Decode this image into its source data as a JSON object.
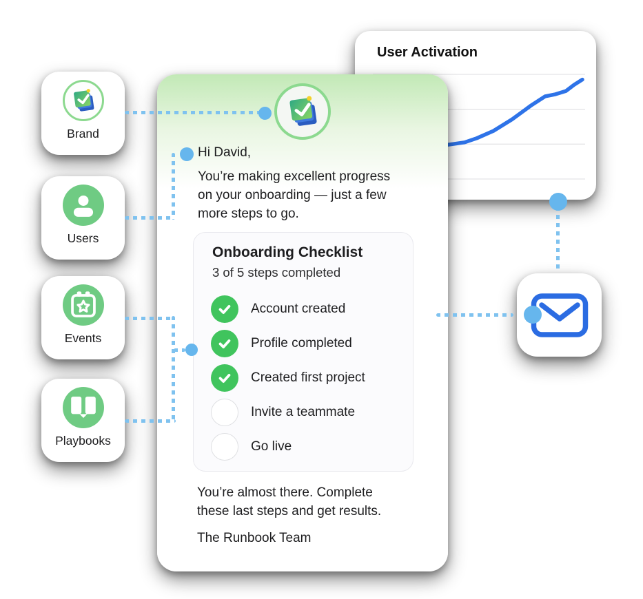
{
  "sidebar": {
    "items": [
      {
        "label": "Brand",
        "icon": "brand-stack-icon"
      },
      {
        "label": "Users",
        "icon": "user-icon"
      },
      {
        "label": "Events",
        "icon": "calendar-star-icon"
      },
      {
        "label": "Playbooks",
        "icon": "open-book-icon"
      }
    ]
  },
  "email": {
    "greeting": "Hi David,",
    "intro": "You’re making excellent progress on your onboarding — just a few more steps to go.",
    "checklist": {
      "title": "Onboarding Checklist",
      "subtitle": "3 of 5 steps completed",
      "items": [
        {
          "label": "Account created",
          "done": true
        },
        {
          "label": "Profile completed",
          "done": true
        },
        {
          "label": "Created first project",
          "done": true
        },
        {
          "label": "Invite a teammate",
          "done": false
        },
        {
          "label": "Go live",
          "done": false
        }
      ]
    },
    "closing": "You’re almost there. Complete these last steps and get results.",
    "signature": "The Runbook Team"
  },
  "chart_data": {
    "type": "line",
    "title": "User Activation",
    "xlabel": "",
    "ylabel": "",
    "x_tick_labels": [],
    "y_tick_labels": [],
    "gridlines": 4,
    "legend": "none",
    "line_color": "#2e73e8",
    "series": [
      {
        "name": "User Activation",
        "points_norm": [
          [
            0,
            0.28
          ],
          [
            0.08,
            0.28
          ],
          [
            0.17,
            0.29
          ],
          [
            0.25,
            0.3
          ],
          [
            0.32,
            0.32
          ],
          [
            0.36,
            0.33
          ],
          [
            0.43,
            0.35
          ],
          [
            0.49,
            0.39
          ],
          [
            0.57,
            0.46
          ],
          [
            0.66,
            0.57
          ],
          [
            0.75,
            0.7
          ],
          [
            0.82,
            0.79
          ],
          [
            0.87,
            0.81
          ],
          [
            0.92,
            0.84
          ],
          [
            0.96,
            0.9
          ],
          [
            1,
            0.95
          ]
        ]
      }
    ]
  },
  "colors": {
    "accent_blue": "#2e73e8",
    "envelope_blue": "#2b6ce2",
    "connector_dash": "#7fc2ef",
    "connector_dot": "#66b6ed",
    "check_green": "#40c45d",
    "icon_green": "#6fcb83",
    "ring_green": "#8cd98f",
    "header_green": "#c2e9b6"
  }
}
